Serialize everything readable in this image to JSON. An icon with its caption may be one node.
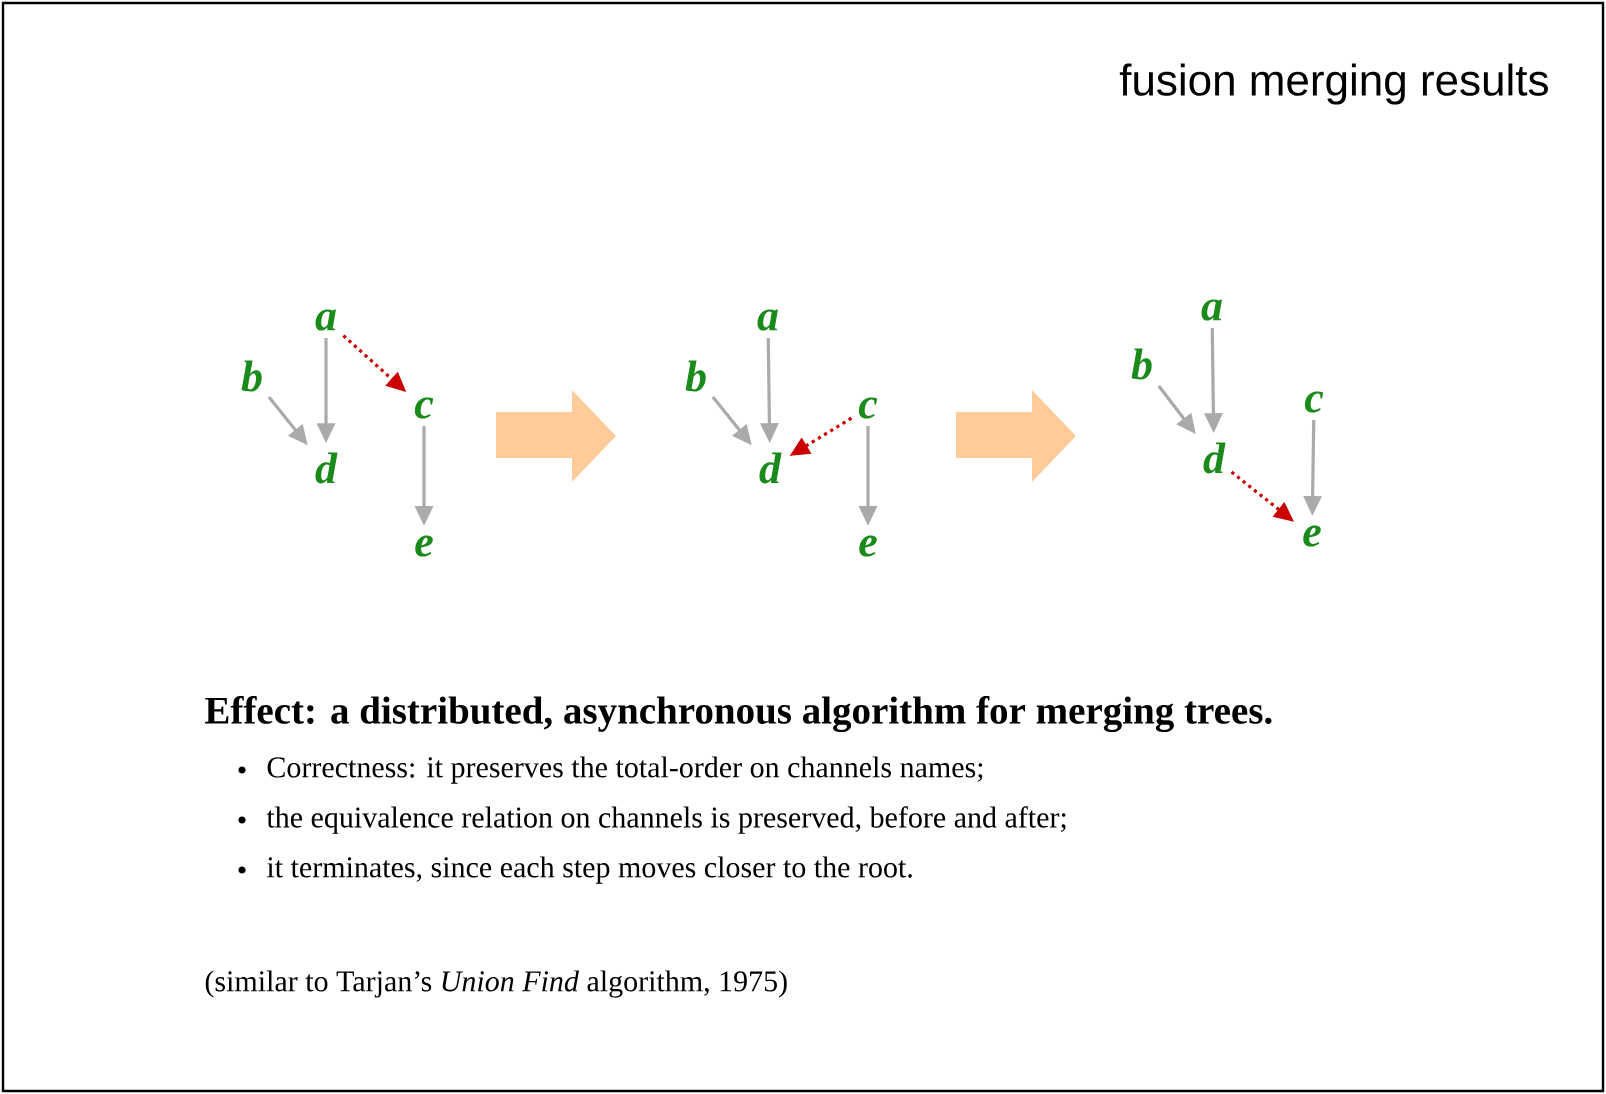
{
  "diagram": {
    "title": "fusion merging results",
    "nodes": [
      {
        "text": [
          "a"
        ]
      },
      {
        "text": [
          "b"
        ]
      },
      {
        "text": [
          "c"
        ]
      },
      {
        "text": [
          "d"
        ]
      },
      {
        "text": [
          "e"
        ]
      },
      {
        "text": [
          "a"
        ]
      },
      {
        "text": [
          "b"
        ]
      },
      {
        "text": [
          "c"
        ]
      },
      {
        "text": [
          "d"
        ]
      },
      {
        "text": [
          "e"
        ]
      },
      {
        "text": [
          "a"
        ]
      },
      {
        "text": [
          "b"
        ]
      },
      {
        "text": [
          "c"
        ]
      },
      {
        "text": [
          "d"
        ]
      },
      {
        "text": [
          "e"
        ]
      }
    ],
    "edges": [
      {
        "from": 0,
        "to": 3,
        "arrow": "to"
      },
      {
        "from": 1,
        "to": 3,
        "arrow": "to"
      },
      {
        "from": 0,
        "to": 2,
        "arrow": "to",
        "style": "dashed",
        "color": "#cc0000"
      },
      {
        "from": 2,
        "to": 4,
        "arrow": "to"
      },
      {
        "from": 5,
        "to": 8,
        "arrow": "to"
      },
      {
        "from": 6,
        "to": 8,
        "arrow": "to"
      },
      {
        "from": 7,
        "to": 8,
        "arrow": "to",
        "style": "dashed",
        "color": "#cc0000"
      },
      {
        "from": 7,
        "to": 9,
        "arrow": "to"
      },
      {
        "from": 10,
        "to": 13,
        "arrow": "to"
      },
      {
        "from": 11,
        "to": 13,
        "arrow": "to"
      },
      {
        "from": 13,
        "to": 14,
        "arrow": "to",
        "style": "dashed",
        "color": "#cc0000"
      },
      {
        "from": 12,
        "to": 14,
        "arrow": "to"
      }
    ],
    "labels": [
      "Effect: a distributed, asynchronous algorithm for merging trees.",
      "Correctness: it preserves the total-order on channels names;",
      "the equivalence relation on channels is preserved, before and after;",
      "it terminates, since each step moves closer to the root.",
      "(similar to Tarjan’s *Union Find* algorithm, 1975)"
    ]
  }
}
